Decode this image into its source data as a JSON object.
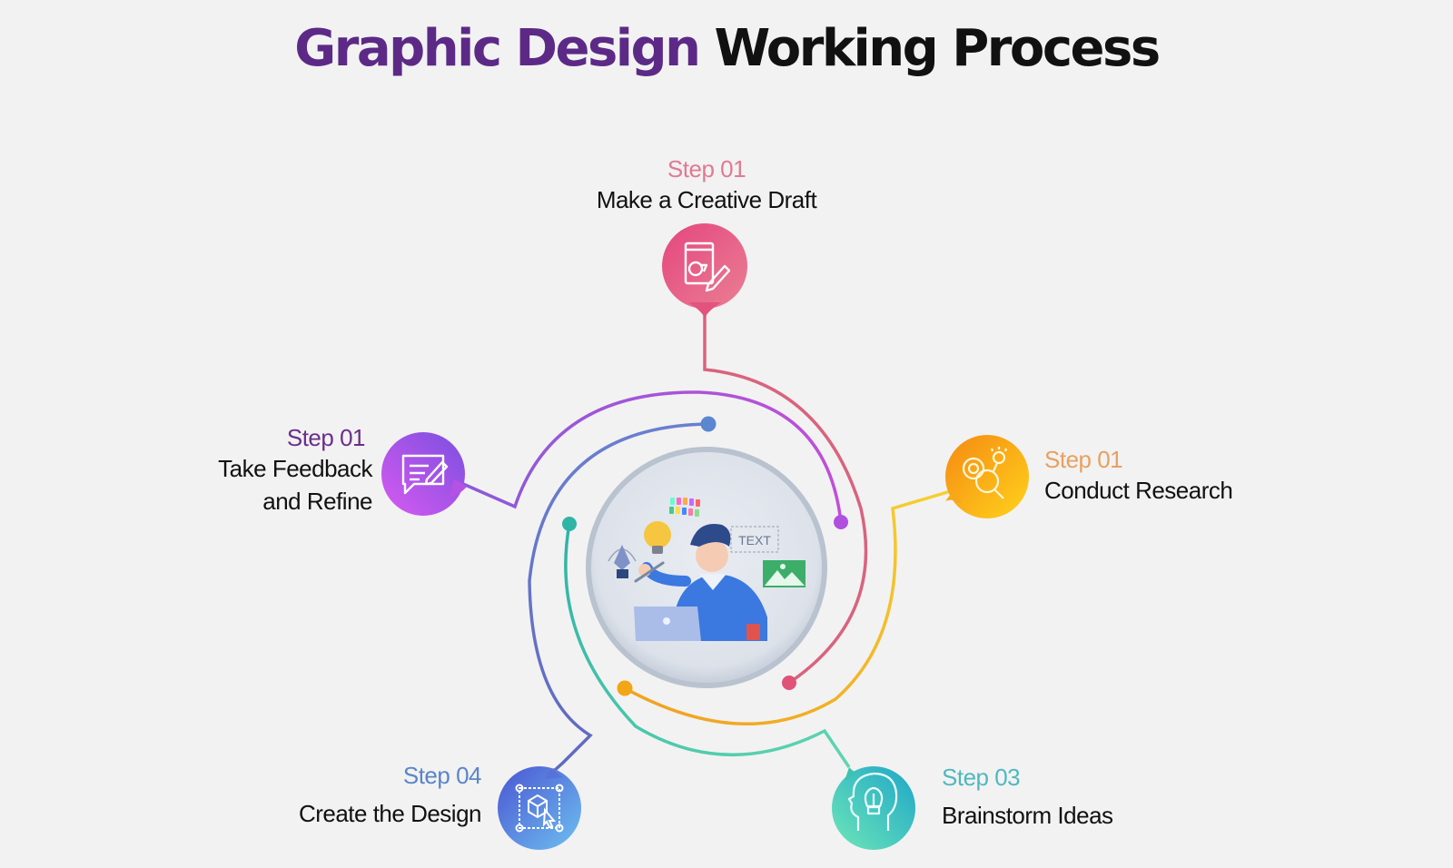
{
  "title": {
    "part1": "Graphic Design",
    "part2": "Working Process",
    "part1_color": "#5c2a86",
    "part2_color": "#111111"
  },
  "center": {
    "illustration": "designer-at-laptop",
    "illustration_text": "TEXT"
  },
  "steps": [
    {
      "position": "top",
      "step_label": "Step 01",
      "title": "Make a Creative Draft",
      "icon": "draft-document-pencil-icon",
      "color": "#e0577e",
      "label_color": "#e07a92"
    },
    {
      "position": "right",
      "step_label": "Step 01",
      "title": "Conduct Research",
      "icon": "gear-magnifier-bulb-icon",
      "color": "#f7a81a",
      "label_color": "#e8a060"
    },
    {
      "position": "bottom-right",
      "step_label": "Step 03",
      "title": "Brainstorm Ideas",
      "icon": "head-lightbulb-icon",
      "color": "#3fc6b0",
      "label_color": "#4fb8c0"
    },
    {
      "position": "bottom-left",
      "step_label": "Step 04",
      "title": "Create the Design",
      "icon": "3d-box-cursor-selection-icon",
      "color": "#4f6fd6",
      "label_color": "#5b85c9"
    },
    {
      "position": "left",
      "step_label": "Step 01",
      "title_line1": "Take Feedback",
      "title_line2": "and Refine",
      "icon": "chat-edit-icon",
      "color": "#a24fe0",
      "label_color": "#6a2f8a"
    }
  ]
}
